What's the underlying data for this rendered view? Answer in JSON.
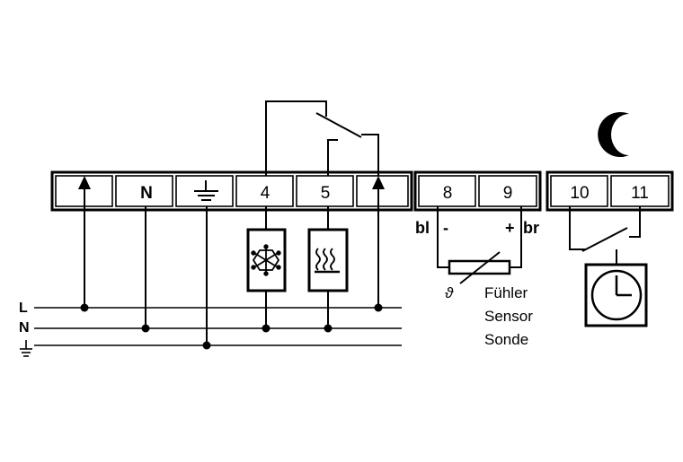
{
  "terminal_block_main": {
    "terminals": [
      {
        "label": "",
        "icon": "arrow-up-icon"
      },
      {
        "label": "N",
        "icon": ""
      },
      {
        "label": "",
        "icon": "earth-ground-icon"
      },
      {
        "label": "4",
        "icon": ""
      },
      {
        "label": "5",
        "icon": ""
      },
      {
        "label": "",
        "icon": "arrow-up-icon"
      }
    ]
  },
  "terminal_block_sensor": {
    "terminals": [
      {
        "label": "8"
      },
      {
        "label": "9"
      }
    ],
    "wire_left_label": "bl",
    "wire_left_polarity": "-",
    "wire_right_polarity": "+",
    "wire_right_label": "br"
  },
  "terminal_block_timer": {
    "terminals": [
      {
        "label": "10"
      },
      {
        "label": "11"
      }
    ]
  },
  "bus_lines": {
    "l_label": "L",
    "n_label": "N"
  },
  "sensor": {
    "symbol": "ϑ",
    "lines": [
      "Fühler",
      "Sensor",
      "Sonde"
    ]
  },
  "loads": [
    {
      "name": "cooling",
      "icon": "snowflake-icon"
    },
    {
      "name": "heating",
      "icon": "heating-waves-icon"
    }
  ],
  "night_indicator_icon": "crescent-moon-icon",
  "timer_icon": "clock-icon"
}
